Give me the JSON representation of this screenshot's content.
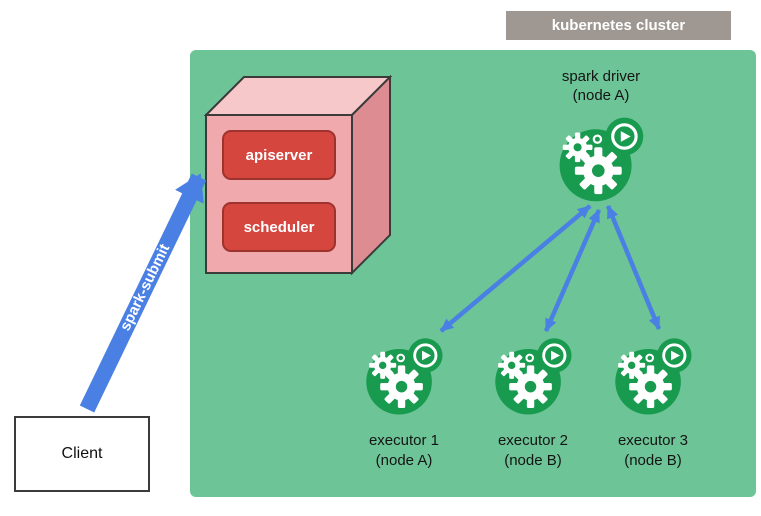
{
  "cluster_badge": {
    "label": "kubernetes cluster"
  },
  "control_plane": {
    "apiserver_label": "apiserver",
    "scheduler_label": "scheduler"
  },
  "spark_driver": {
    "line1": "spark driver",
    "line2": "(node A)"
  },
  "executors": [
    {
      "line1": "executor 1",
      "line2": "(node A)"
    },
    {
      "line1": "executor 2",
      "line2": "(node B)"
    },
    {
      "line1": "executor 3",
      "line2": "(node B)"
    }
  ],
  "client": {
    "label": "Client"
  },
  "spark_submit": {
    "label": "spark-submit"
  },
  "colors": {
    "cluster_green": "#6cc497",
    "pod_green": "#189a4f",
    "arrow_blue": "#4a80e4",
    "badge_gray": "#9f9892",
    "box_red": "#d5463e",
    "box_red_border": "#9e332e",
    "cube_front": "#f0a9ad",
    "cube_top": "#f6c8ca",
    "cube_side": "#dd8d92",
    "cube_outline": "#3b3b3b"
  }
}
